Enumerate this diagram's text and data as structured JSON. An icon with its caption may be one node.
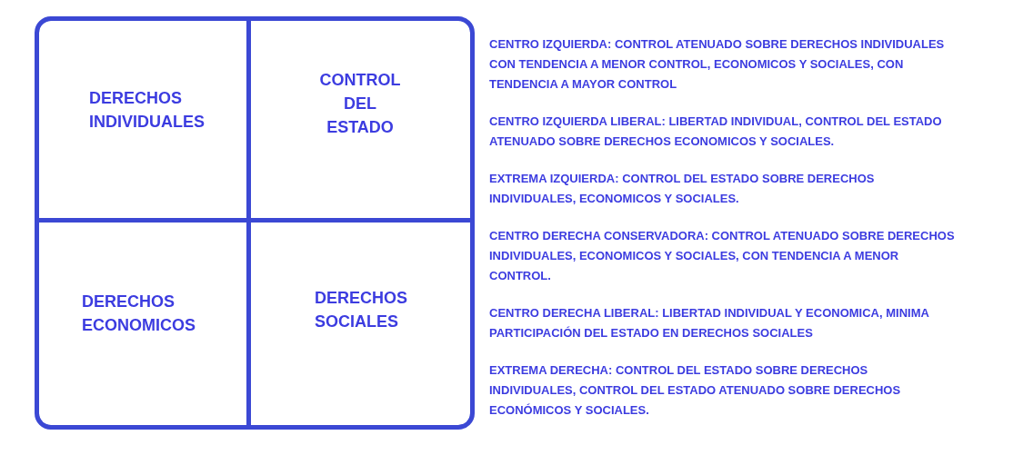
{
  "diagram": {
    "nodes": [
      {
        "text": [],
        "shape": "box"
      },
      {
        "text": [
          "DERECHOS INDIVIDUALES"
        ],
        "in": 0
      },
      {
        "text": [
          "CONTROL DEL ESTADO"
        ],
        "in": 0
      },
      {
        "text": [
          "DERECHOS ECONOMICOS"
        ],
        "in": 0
      },
      {
        "text": [
          "DERECHOS SOCIALES"
        ],
        "in": 0
      }
    ],
    "edges": [],
    "labels": [
      "CENTRO IZQUIERDA: CONTROL ATENUADO SOBRE DERECHOS INDIVIDUALES CON TENDENCIA A MENOR CONTROL, ECONOMICOS Y SOCIALES, CON TENDENCIA A MAYOR CONTROL",
      "CENTRO IZQUIERDA LIBERAL: LIBERTAD INDIVIDUAL, CONTROL DEL ESTADO ATENUADO SOBRE DERECHOS ECONOMICOS Y SOCIALES.",
      "EXTREMA IZQUIERDA: CONTROL DEL ESTADO SOBRE DERECHOS INDIVIDUALES, ECONOMICOS Y SOCIALES.",
      "CENTRO DERECHA CONSERVADORA: CONTROL ATENUADO SOBRE DERECHOS INDIVIDUALES, ECONOMICOS Y SOCIALES, CON TENDENCIA A MENOR CONTROL.",
      "CENTRO DERECHA LIBERAL: LIBERTAD INDIVIDUAL Y ECONOMICA, MINIMA PARTICIPACIÓN DEL ESTADO EN DERECHOS SOCIALES",
      "EXTREMA DERECHA: CONTROL DEL ESTADO SOBRE DERECHOS INDIVIDUALES, CONTROL DEL ESTADO ATENUADO SOBRE DERECHOS ECONÓMICOS Y SOCIALES."
    ]
  }
}
